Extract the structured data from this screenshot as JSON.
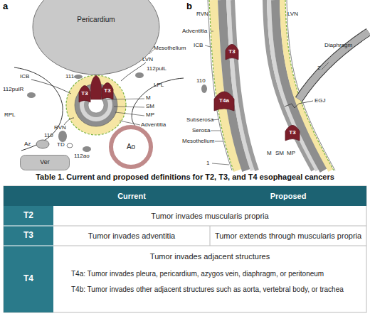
{
  "diagram": {
    "title": "Table 1. Current and proposed definitions for T2, T3, and T4 esophageal cancers",
    "nodes": [
      {
        "text": [
          "Pericardium"
        ]
      },
      {
        "text": [
          "T3"
        ]
      },
      {
        "text": [
          "T3"
        ]
      },
      {
        "text": [
          "Ao"
        ]
      },
      {
        "text": [
          "Ver"
        ]
      },
      {
        "text": [
          "T3"
        ]
      },
      {
        "text": [
          "T4a"
        ]
      },
      {
        "text": [
          "T3"
        ]
      }
    ],
    "labels": [
      "a",
      "Mesothelium",
      "111",
      "LVN",
      "112pulL",
      "ICB",
      "112pulR",
      "LPL",
      "M",
      "SM",
      "MP",
      "Adventitia",
      "RPL",
      "RVN",
      "110",
      "Az",
      "TD",
      "112ao",
      "b",
      "RVN",
      "LVN",
      "Adventitia",
      "ICB",
      "Diaphragm",
      "2",
      "110",
      "EGJ",
      "Subserosa",
      "Serosa",
      "Mesothelium",
      "1",
      "M",
      "SM",
      "MP",
      "Current",
      "Proposed",
      "T2",
      "Tumor invades muscularis propria",
      "T3",
      "Tumor invades adventitia",
      "Tumor extends through muscularis propria",
      "T4",
      "Tumor invades adjacent structures",
      "T4a: Tumor invades pleura, pericardium, azygos vein, diaphragm, or peritoneum",
      "T4b: Tumor invades other adjacent structures such as aorta, vertebral body, or trachea"
    ]
  }
}
